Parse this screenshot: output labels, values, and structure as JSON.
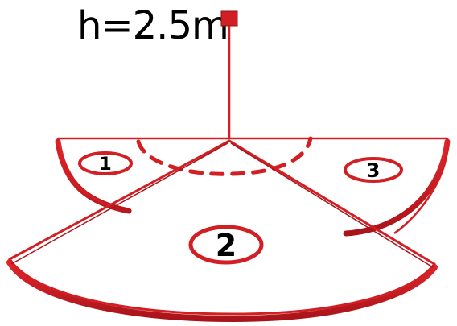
{
  "sensor": {
    "height_label": "h=2.5m",
    "icon": "sensor-cube-icon"
  },
  "zones": [
    {
      "id": "zone-1",
      "label": "1"
    },
    {
      "id": "zone-2",
      "label": "2"
    },
    {
      "id": "zone-3",
      "label": "3"
    }
  ],
  "colors": {
    "accent": "#d11f24",
    "accent_dark": "#a9141a",
    "text": "#000000",
    "background": "#ffffff"
  }
}
